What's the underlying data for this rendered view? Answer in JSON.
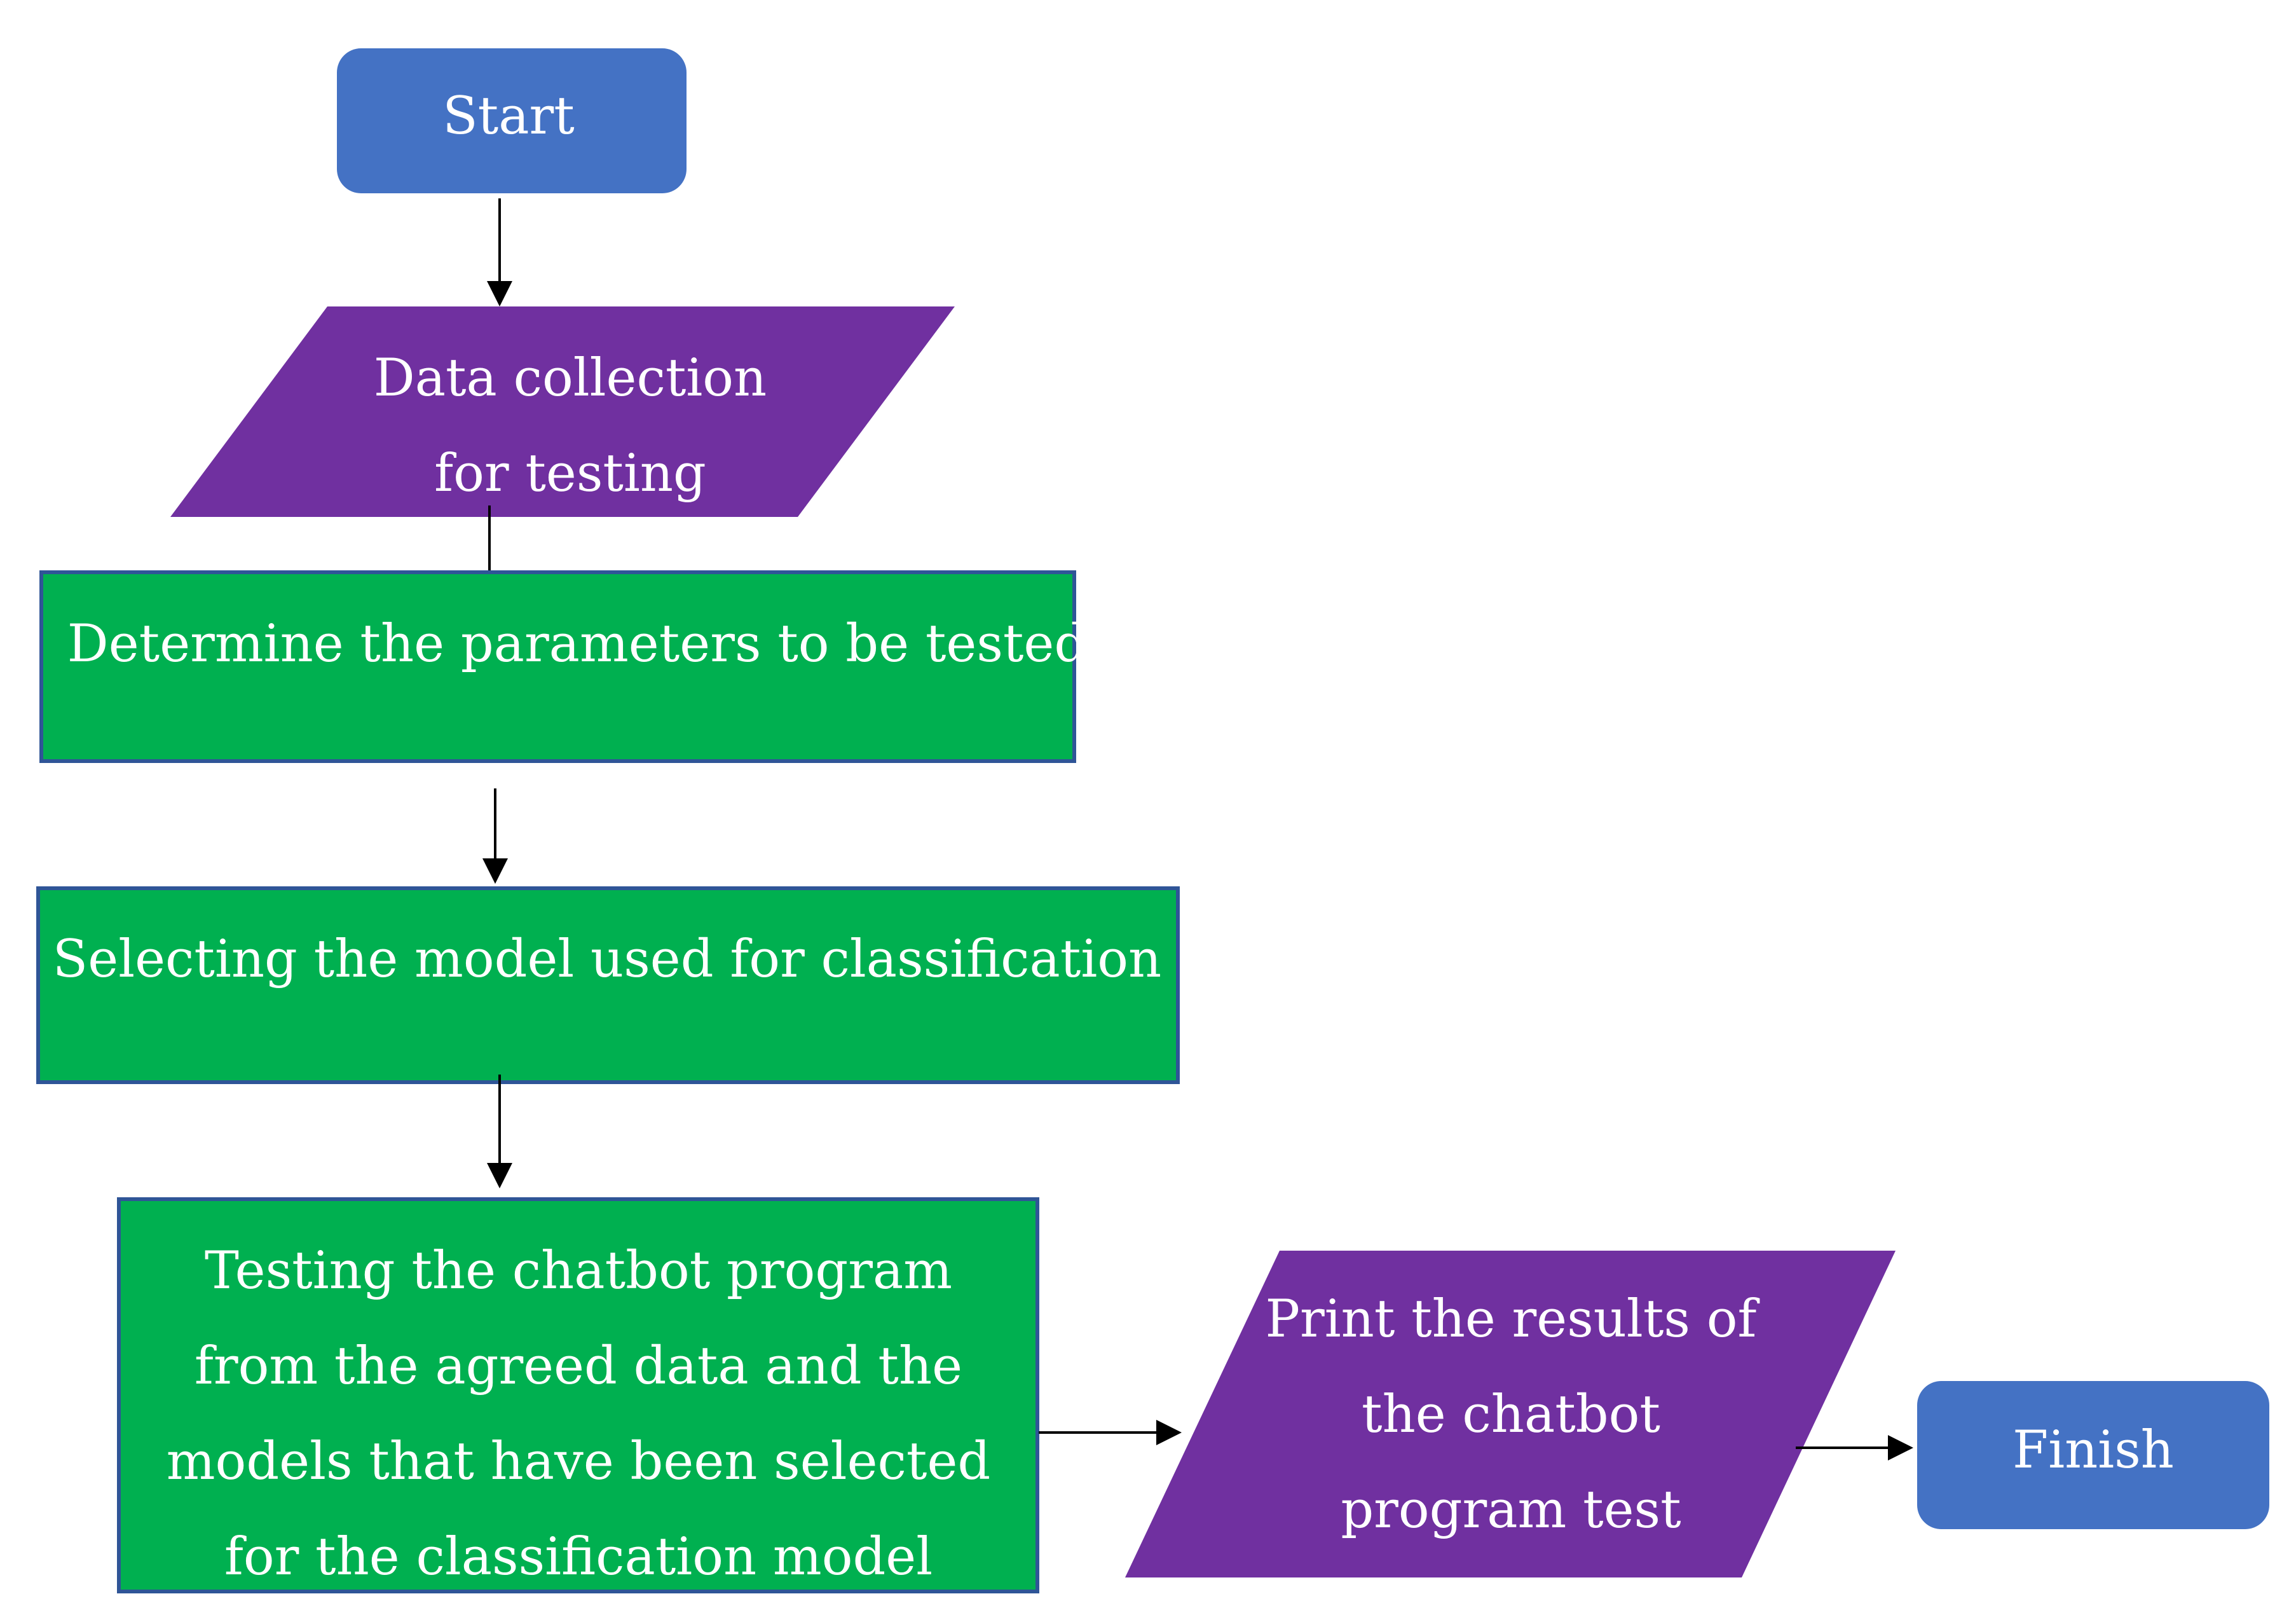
{
  "nodes": {
    "start": {
      "label": "Start",
      "color": "#4472C4"
    },
    "data_collection": {
      "lines": [
        "Data collection",
        "for testing"
      ],
      "color": "#7030A0"
    },
    "determine_parameters": {
      "label": "Determine the parameters to be tested",
      "color": "#00B050"
    },
    "select_model": {
      "label": "Selecting the model used for classification",
      "color": "#00B050"
    },
    "testing": {
      "lines": [
        "Testing the chatbot program",
        "from the agreed data and the",
        "models that have been selected",
        "for the classification model"
      ],
      "color": "#00B050"
    },
    "print_results": {
      "lines": [
        "Print the results of",
        "the chatbot",
        "program test"
      ],
      "color": "#7030A0"
    },
    "finish": {
      "label": "Finish",
      "color": "#4472C4"
    }
  },
  "colors": {
    "box_border": "#2F5597",
    "arrow": "#000000",
    "text": "#ffffff"
  }
}
